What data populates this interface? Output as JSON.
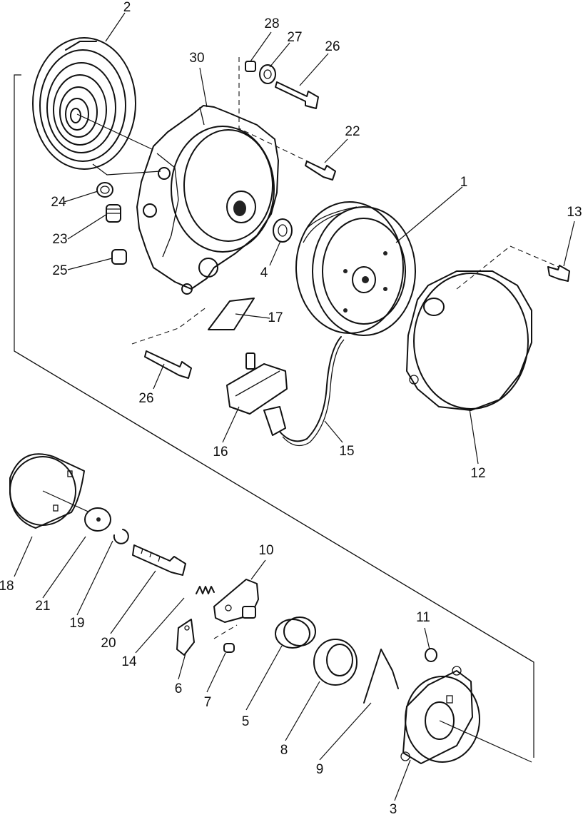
{
  "callouts": {
    "c1": "1",
    "c2": "2",
    "c3": "3",
    "c4": "4",
    "c5": "5",
    "c6": "6",
    "c7": "7",
    "c8": "8",
    "c9": "9",
    "c10": "10",
    "c11": "11",
    "c12": "12",
    "c13": "13",
    "c14": "14",
    "c15": "15",
    "c16": "16",
    "c17": "17",
    "c18": "18",
    "c19": "19",
    "c20": "20",
    "c21": "21",
    "c22": "22",
    "c23": "23",
    "c24": "24",
    "c25": "25",
    "c26a": "26",
    "c26b": "26",
    "c27": "27",
    "c28": "28",
    "c30": "30"
  }
}
